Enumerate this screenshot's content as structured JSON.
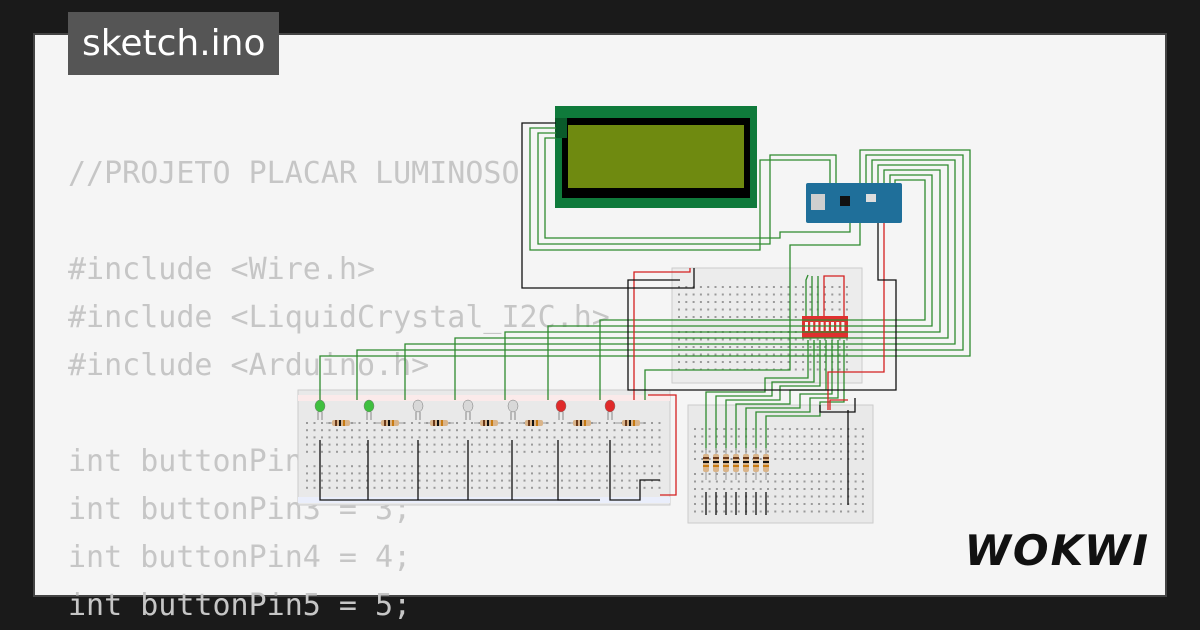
{
  "tab": {
    "title": "sketch.ino"
  },
  "brand": {
    "logo_text": "WOKWI"
  },
  "code_lines": [
    "//PROJETO PLACAR LUMINOSO  433MHZ:",
    "",
    "#include <Wire.h>",
    "#include <LiquidCrystal_I2C.h>",
    "#include <Arduino.h>",
    "",
    "int buttonPin2 = 2;",
    "int buttonPin3 = 3;",
    "int buttonPin4 = 4;",
    "int buttonPin5 = 5;"
  ],
  "colors": {
    "background": "#1a1a1a",
    "panel": "#f5f5f5",
    "code_text": "#c6c6c6",
    "wire_green": "#2e8b2e",
    "wire_red": "#d42020",
    "wire_black": "#111111",
    "lcd_board": "#0f7a3b",
    "lcd_screen": "#6f8a10",
    "arduino": "#1f6f9a",
    "dip_switch": "#e03030"
  },
  "components": {
    "leds": [
      "green",
      "green",
      "white",
      "white",
      "white",
      "red",
      "red"
    ],
    "icons": [
      "lcd-2004-display",
      "arduino-nano-board",
      "dip-switch",
      "breadboard",
      "resistor"
    ]
  }
}
